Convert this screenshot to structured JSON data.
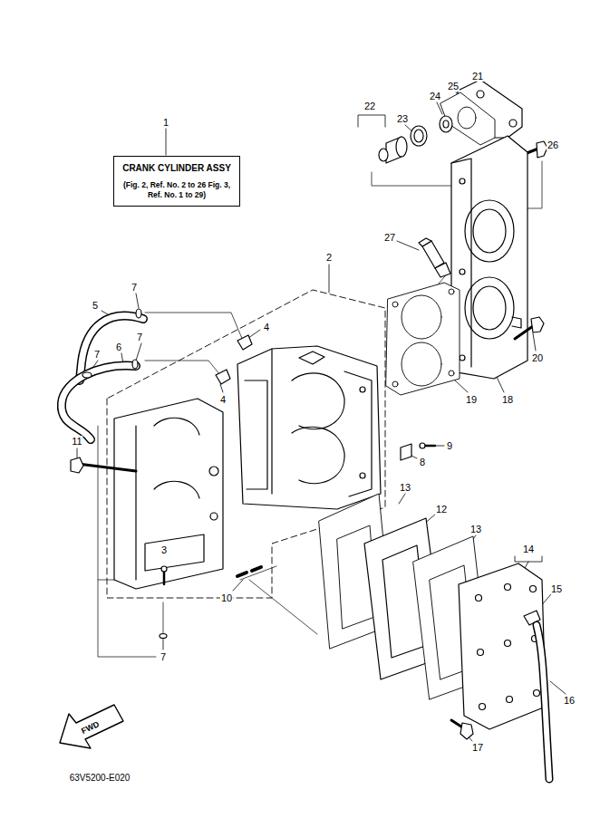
{
  "diagram": {
    "nodes": [
      {
        "text": [
          "CRANK CYLINDER ASSY",
          "(Fig. 2, Ref. No. 2 to 26 Fig. 3, Ref. No. 1 to 29)"
        ]
      }
    ],
    "labels": [
      "1",
      "2",
      "3",
      "4",
      "4",
      "5",
      "6",
      "7",
      "7",
      "7",
      "7",
      "8",
      "9",
      "10",
      "11",
      "12",
      "13",
      "13",
      "14",
      "15",
      "16",
      "17",
      "18",
      "19",
      "20",
      "21",
      "22",
      "23",
      "24",
      "25",
      "26",
      "27",
      "FWD",
      "63V5200-E020"
    ]
  }
}
